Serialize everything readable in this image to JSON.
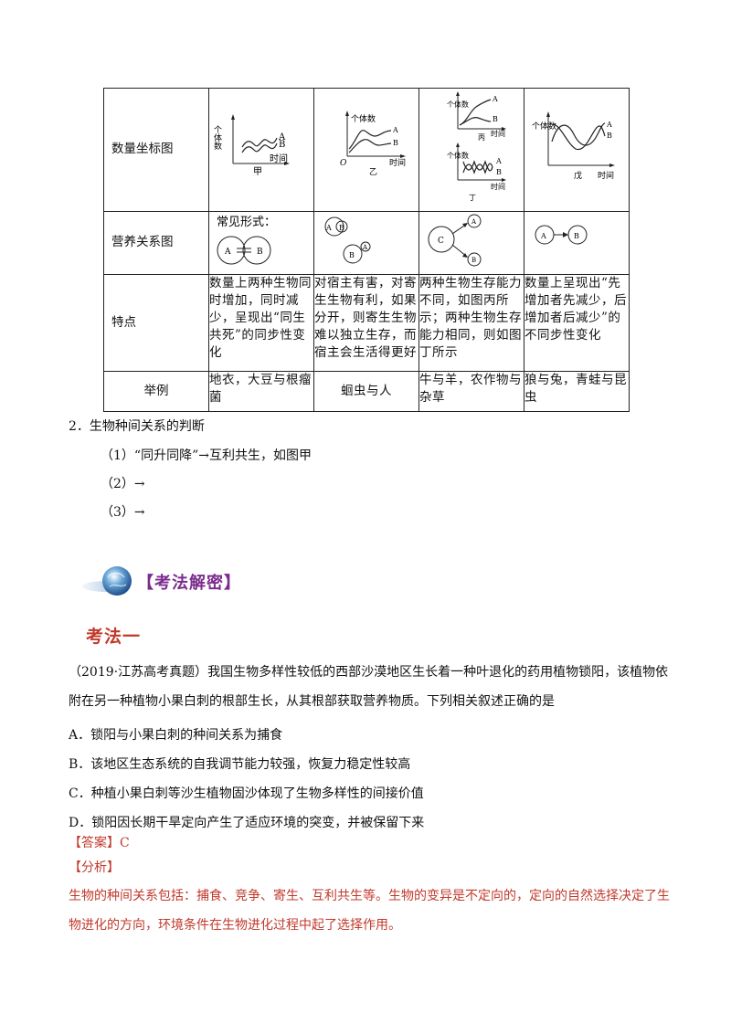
{
  "table": {
    "row_labels": [
      "数量坐标图",
      "营养关系图",
      "特点",
      "举例"
    ],
    "graph_labels": {
      "axis_y": "个体数",
      "axis_x": "时间",
      "origin": "O",
      "a": "A",
      "b": "B",
      "c": "C",
      "jia": "甲",
      "yi": "乙",
      "bing": "丙",
      "ding": "丁",
      "wu": "戊"
    },
    "nutrition_common_label": "常见形式：",
    "traits": [
      "数量上两种生物同时增加，同时减少，呈现出“同生共死”的同步性变化",
      "对宿主有害，对寄生生物有利，如果分开，则寄生生物难以独立生存，而宿主会生活得更好",
      "两种生物生存能力不同，如图丙所示；两种生物生存能力相同，则如图丁所示",
      "数量上呈现出“先增加者先减少，后增加者后减少”的不同步性变化"
    ],
    "examples": [
      "地衣，大豆与根瘤菌",
      "蛔虫与人",
      "牛与羊，农作物与杂草",
      "狼与兔，青蛙与昆虫"
    ]
  },
  "section2": {
    "title": "2．生物种间关系的判断",
    "items": [
      "（1）“同升同降”→互利共生，如图甲",
      "（2）→",
      "（3）→"
    ]
  },
  "banner_title": "【考法解密】",
  "method_title": "考法一",
  "question": {
    "stem": "（2019·江苏高考真题）我国生物多样性较低的西部沙漠地区生长着一种叶退化的药用植物锁阳，该植物依附在另一种植物小果白刺的根部生长，从其根部获取营养物质。下列相关叙述正确的是",
    "options": [
      "A．锁阳与小果白刺的种间关系为捕食",
      "B．该地区生态系统的自我调节能力较强，恢复力稳定性较高",
      "C．种植小果白刺等沙生植物固沙体现了生物多样性的间接价值",
      "D．锁阳因长期干旱定向产生了适应环境的突变，并被保留下来"
    ],
    "answer_label": "【答案】C",
    "analysis_label": "【分析】",
    "analysis_text": "生物的种间关系包括：捕食、竞争、寄生、互利共生等。生物的变异是不定向的，定向的自然选择决定了生物进化的方向，环境条件在生物进化过程中起了选择作用。"
  },
  "colors": {
    "accent_red": "#c0392b",
    "banner_purple": "#7b2d8e"
  }
}
